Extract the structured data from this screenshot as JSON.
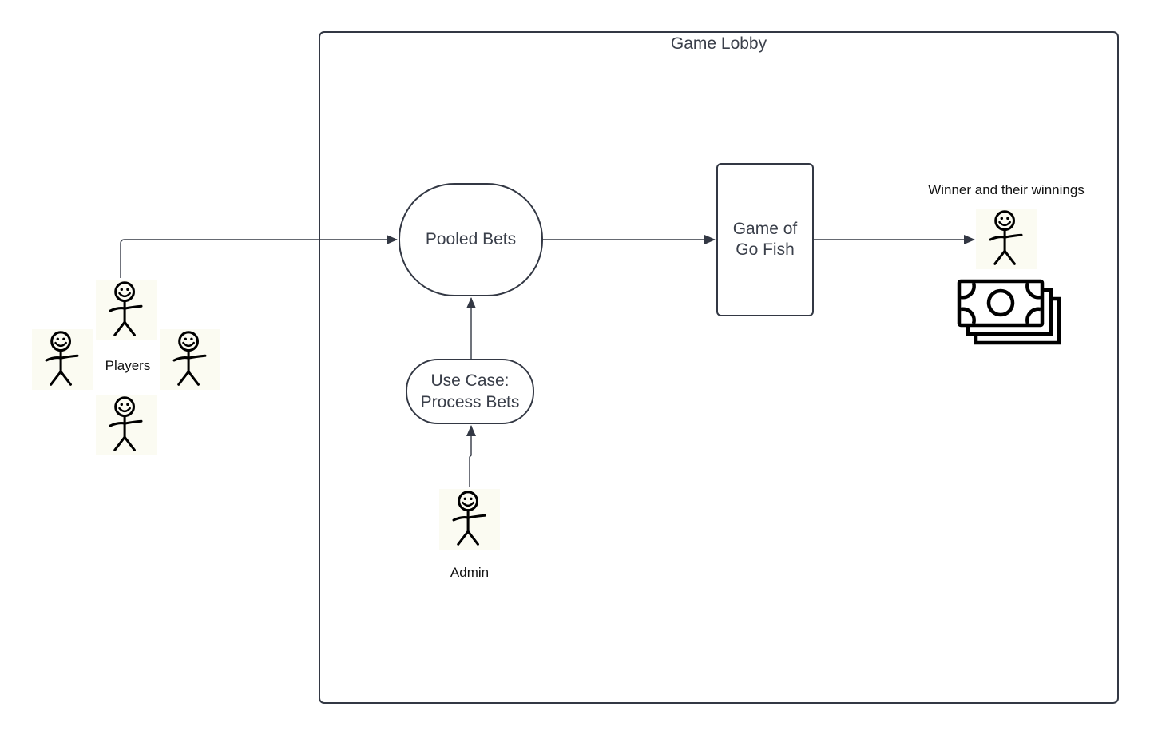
{
  "diagram": {
    "lobby": {
      "title": "Game Lobby"
    },
    "nodes": {
      "pooled_bets": {
        "label": "Pooled Bets"
      },
      "process_bets": {
        "line1": "Use Case:",
        "line2": "Process Bets"
      },
      "go_fish": {
        "line1": "Game of",
        "line2": "Go Fish"
      }
    },
    "actors": {
      "players": {
        "label": "Players",
        "count": 4
      },
      "admin": {
        "label": "Admin"
      },
      "winner": {
        "label": "Winner and their winnings"
      }
    },
    "icons": [
      "stick-figure-icon",
      "money-stack-icon"
    ],
    "colors": {
      "line": "#333844",
      "figure": "#000000",
      "figure_bg": "#fbfbf2",
      "text": "#3a3f4a"
    }
  }
}
